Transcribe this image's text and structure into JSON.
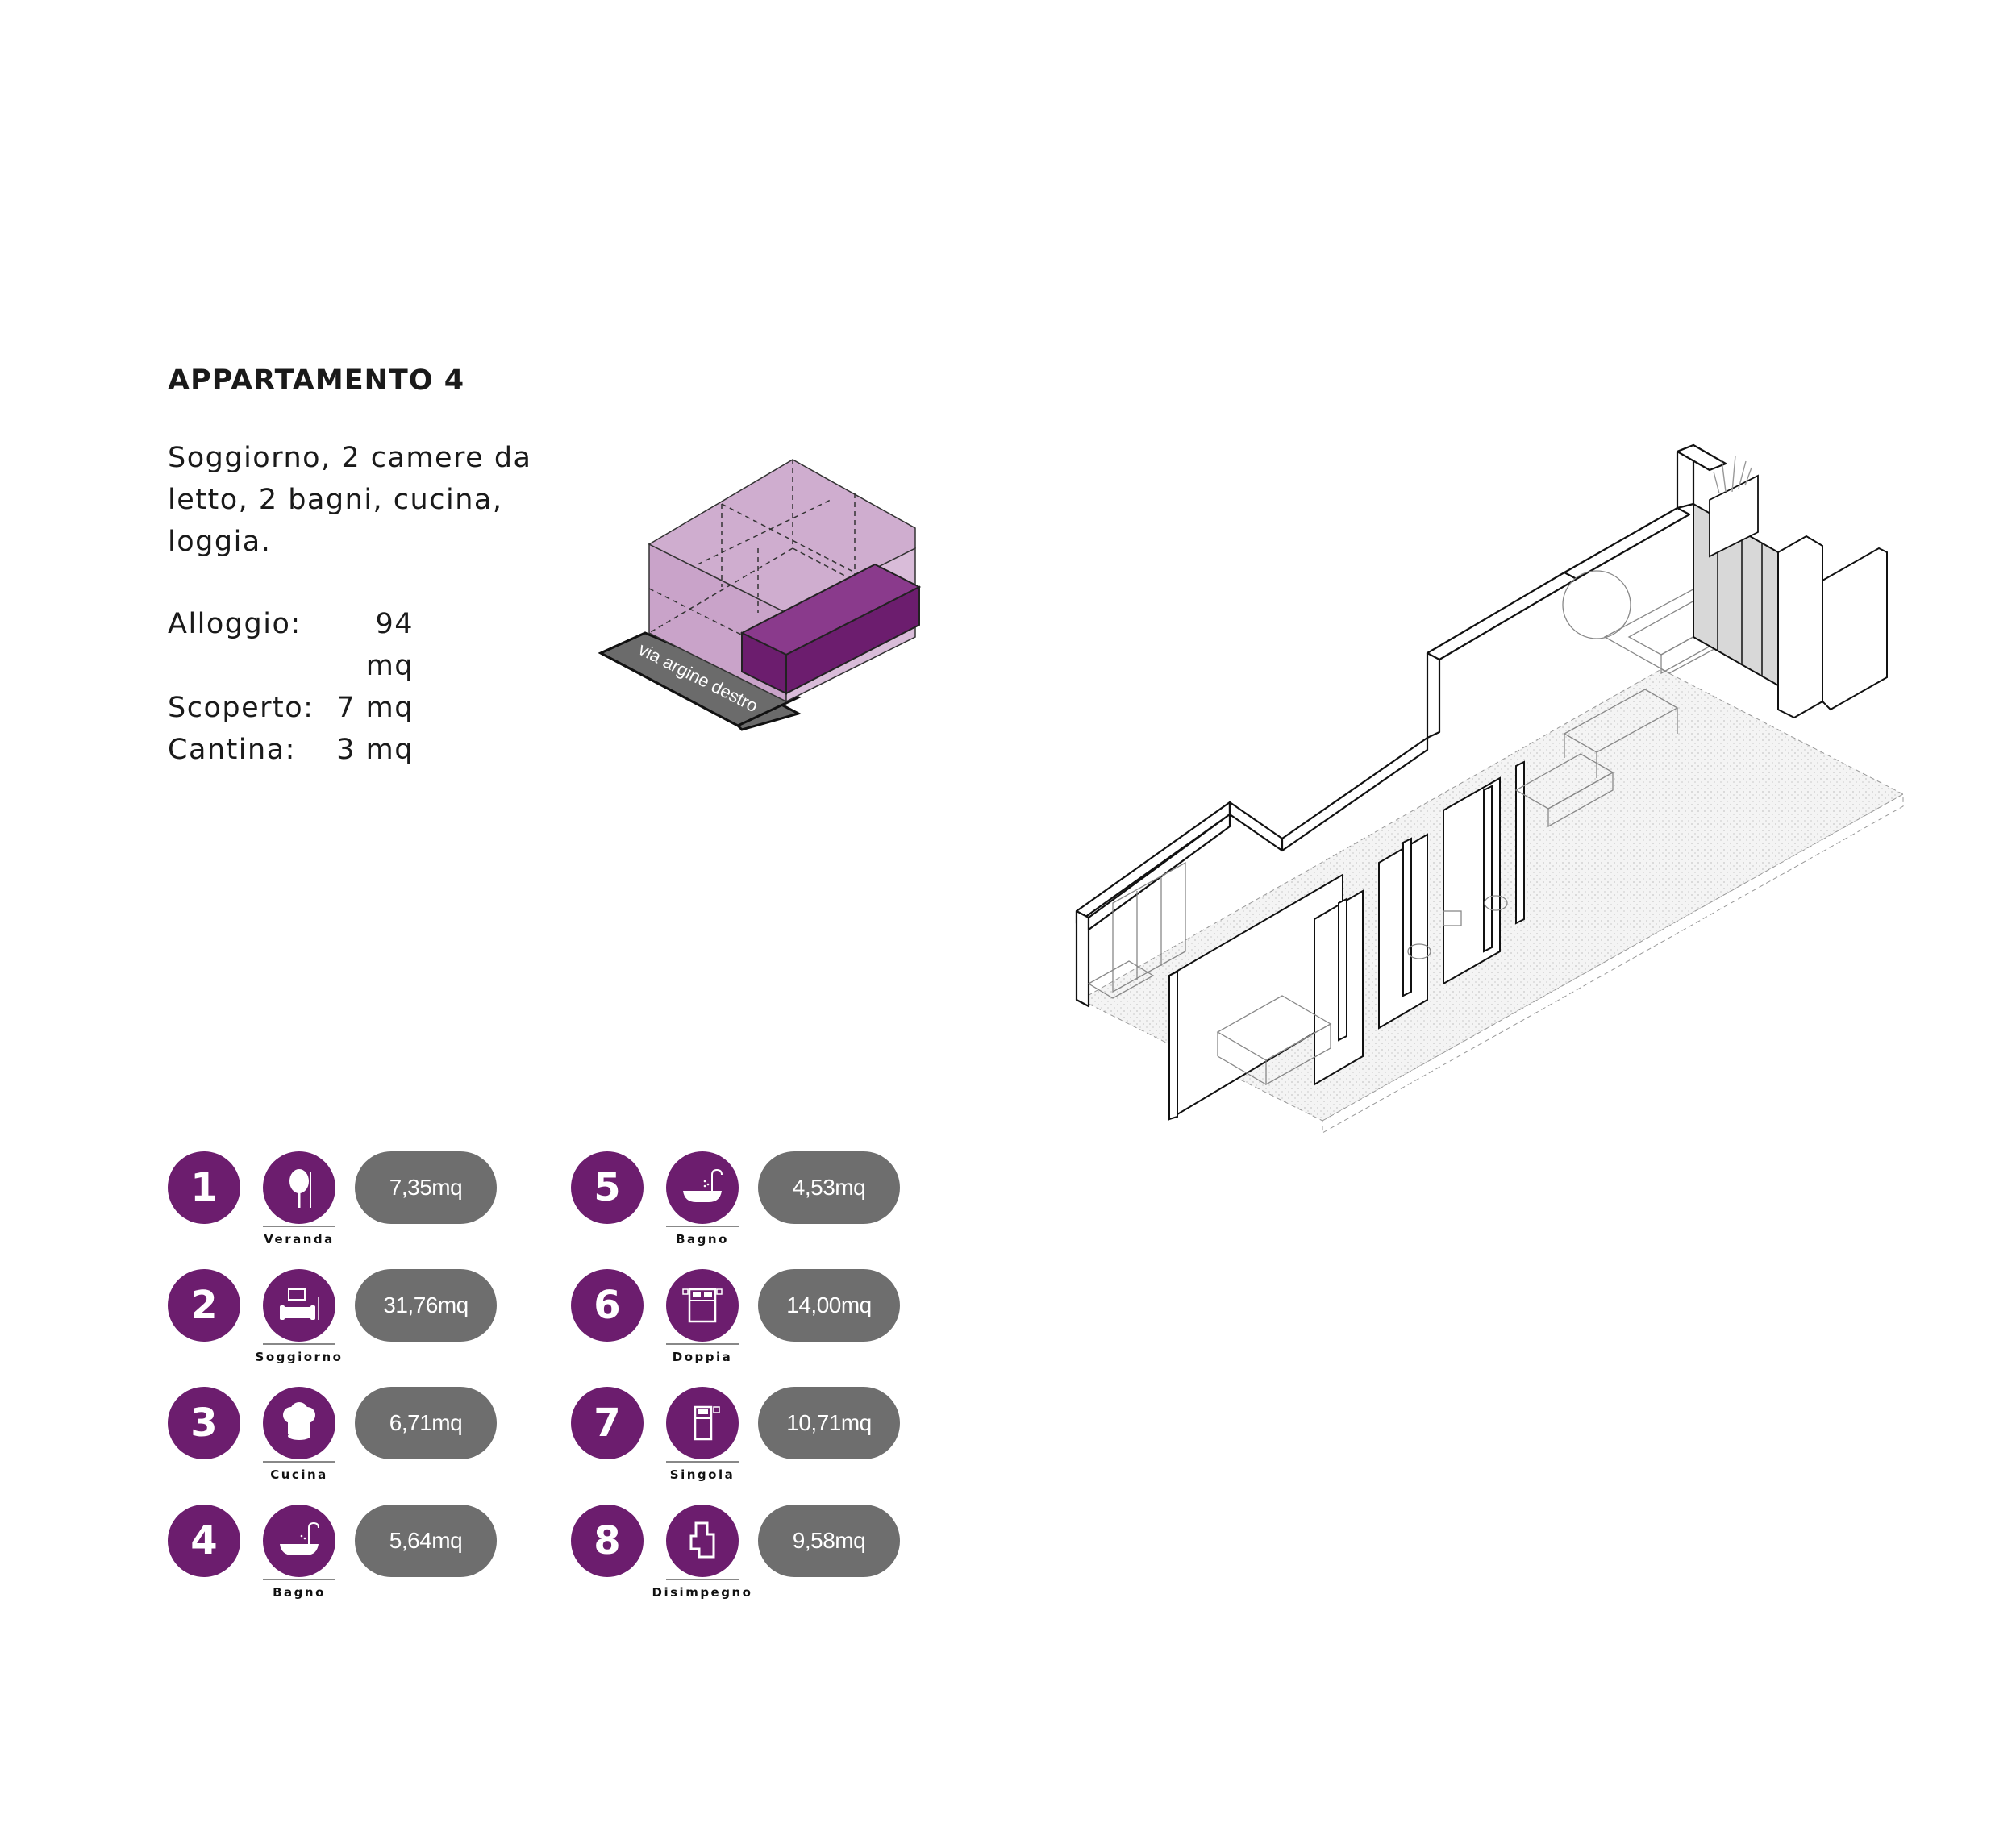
{
  "title": "APPARTAMENTO 4",
  "description": "Soggiorno, 2 camere da letto, 2 bagni, cucina, loggia.",
  "areas": [
    {
      "label": "Alloggio:",
      "value": "94 mq"
    },
    {
      "label": "Scoperto:",
      "value": "7 mq"
    },
    {
      "label": "Cantina:",
      "value": "3 mq"
    }
  ],
  "massing": {
    "street_label": "via argine destro",
    "colors": {
      "volume": "#c9a3c9",
      "unit": "#6c1d6e",
      "street": "#6b6b6b"
    }
  },
  "legend": [
    {
      "number": "1",
      "icon": "tree-icon",
      "label": "Veranda",
      "area": "7,35mq"
    },
    {
      "number": "2",
      "icon": "sofa-icon",
      "label": "Soggiorno",
      "area": "31,76mq"
    },
    {
      "number": "3",
      "icon": "chef-hat-icon",
      "label": "Cucina",
      "area": "6,71mq"
    },
    {
      "number": "4",
      "icon": "bathtub-icon",
      "label": "Bagno",
      "area": "5,64mq"
    },
    {
      "number": "5",
      "icon": "bathtub-icon",
      "label": "Bagno",
      "area": "4,53mq"
    },
    {
      "number": "6",
      "icon": "double-bed-icon",
      "label": "Doppia",
      "area": "14,00mq"
    },
    {
      "number": "7",
      "icon": "single-bed-icon",
      "label": "Singola",
      "area": "10,71mq"
    },
    {
      "number": "8",
      "icon": "corridor-plan-icon",
      "label": "Disimpegno",
      "area": "9,58mq"
    }
  ],
  "colors": {
    "accent": "#6c1d6e",
    "pill": "#6e6e6e",
    "text": "#1a1a1a"
  }
}
